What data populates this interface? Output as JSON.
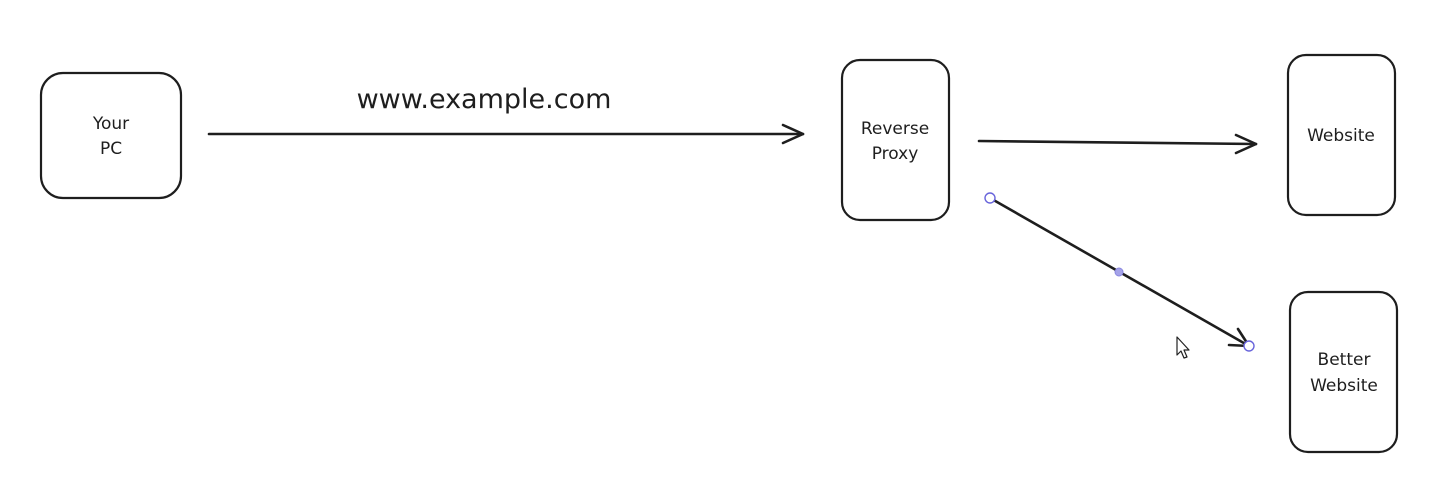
{
  "nodes": {
    "your_pc": {
      "lines": [
        "Your",
        "PC"
      ]
    },
    "reverse_proxy": {
      "lines": [
        "Reverse",
        "Proxy"
      ]
    },
    "website": {
      "lines": [
        "Website"
      ]
    },
    "better_website": {
      "lines": [
        "Better",
        "Website"
      ]
    }
  },
  "edges": {
    "pc_to_proxy": {
      "label": "www.example.com"
    },
    "proxy_to_website": {
      "label": ""
    },
    "proxy_to_better_website": {
      "label": "",
      "selected": true
    }
  },
  "icons": {
    "cursor": "mouse-pointer-icon"
  },
  "colors": {
    "stroke": "#1e1e1e",
    "selection": "#6965db"
  }
}
